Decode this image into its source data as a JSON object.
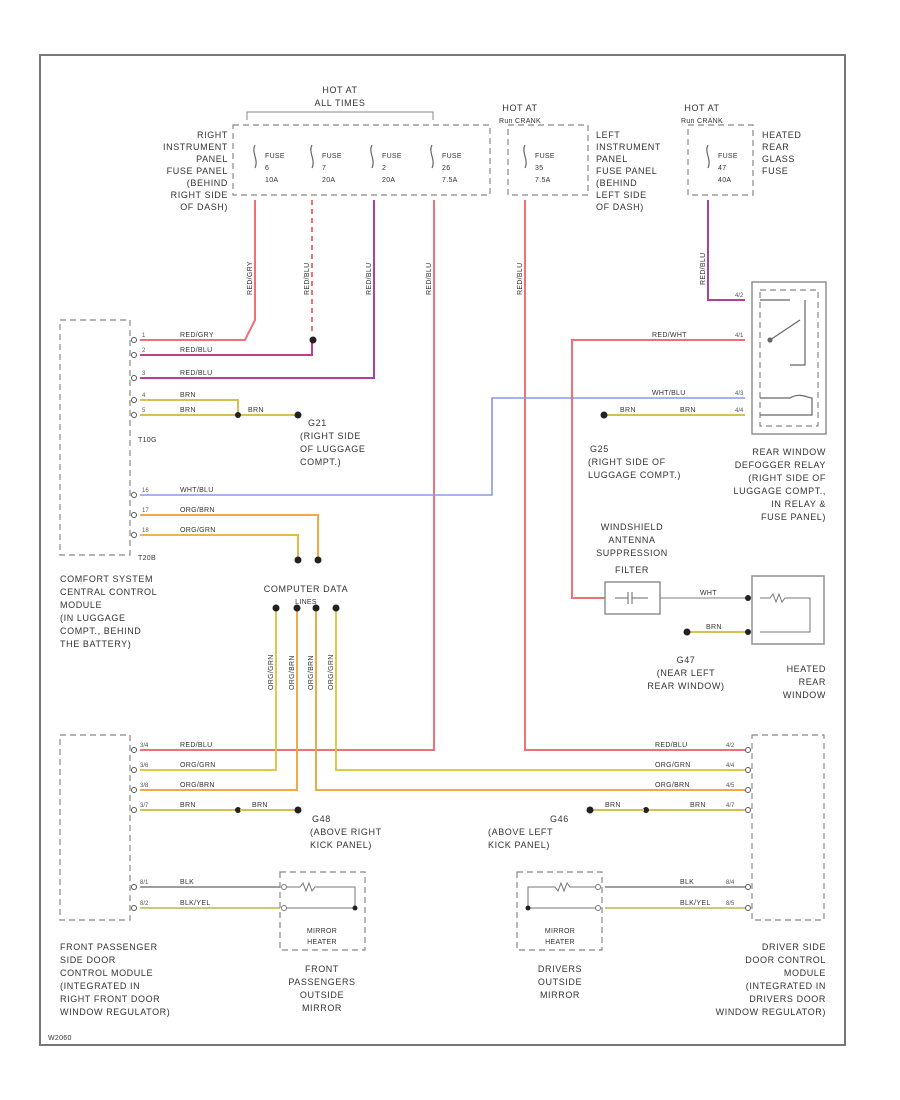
{
  "diagram_id": "W2060",
  "top_labels": {
    "hot_all_times": [
      "HOT AT",
      "ALL TIMES"
    ],
    "hot_run_left": [
      "HOT AT",
      "Run CRANK"
    ],
    "hot_run_right": [
      "HOT AT",
      "Run CRANK"
    ]
  },
  "fuses": [
    {
      "name": "FUSE",
      "num": "6",
      "amp": "10A"
    },
    {
      "name": "FUSE",
      "num": "7",
      "amp": "20A"
    },
    {
      "name": "FUSE",
      "num": "2",
      "amp": "20A"
    },
    {
      "name": "FUSE",
      "num": "26",
      "amp": "7.5A"
    },
    {
      "name": "FUSE",
      "num": "35",
      "amp": "7.5A"
    },
    {
      "name": "FUSE",
      "num": "47",
      "amp": "40A"
    }
  ],
  "fuse_panels": {
    "right": [
      "RIGHT",
      "INSTRUMENT",
      "PANEL",
      "FUSE PANEL",
      "(BEHIND",
      "RIGHT SIDE",
      "OF DASH)"
    ],
    "left": [
      "LEFT",
      "INSTRUMENT",
      "PANEL",
      "FUSE PANEL",
      "(BEHIND",
      "LEFT SIDE",
      "OF DASH)"
    ],
    "heated": [
      "HEATED",
      "REAR",
      "GLASS",
      "FUSE"
    ]
  },
  "wires": {
    "red_gry": "RED/GRY",
    "red_blu": "RED/BLU",
    "red_blu_b": "RED/BLU",
    "brn_a": "BRN",
    "brn_b": "BRN",
    "brn_c": "BRN",
    "wht_blu": "WHT/BLU",
    "org_brn_a": "ORG/BRN",
    "org_grn_a": "ORG/GRN",
    "red_wht": "RED/WHT",
    "wht_blu_r": "WHT/BLU",
    "brn_r": "BRN",
    "wht": "WHT",
    "brn_hr": "BRN",
    "fp_red_blu": "RED/BLU",
    "fp_org_brn": "ORG/BRN",
    "fp_org_grn": "ORG/GRN",
    "fp_brn": "BRN",
    "fp_brn_g": "BRN",
    "fp_blk": "BLK",
    "fp_blk_yel": "BLK/YEL",
    "dr_red_blu": "RED/BLU",
    "dr_org_brn": "ORG/BRN",
    "dr_org_grn": "ORG/GRN",
    "dr_brn": "BRN",
    "dr_brn_g": "BRN",
    "dr_blk": "BLK",
    "dr_blk_yel": "BLK/YEL",
    "v_red_gry": "RED/GRY",
    "v_red_blu": "RED/BLU",
    "v_red_blu2": "RED/BLU",
    "v_red_blu3": "RED/BLU",
    "v_red_blu4": "RED/BLU",
    "v_red_blu5": "RED/BLU",
    "v_org_brn": "ORG/BRN",
    "v_org_brn2": "ORG/BRN",
    "v_org_grn": "ORG/GRN",
    "v_org_grn2": "ORG/GRN"
  },
  "pins": {
    "t10g_a": "1",
    "t10g_b": "2",
    "t10g_c": "3",
    "t10g_d": "4",
    "t10g_e": "5",
    "t20_a": "16",
    "t20_b": "17",
    "t20_c": "18",
    "fp_a": "3/4",
    "fp_b": "3/6",
    "fp_c": "3/8",
    "fp_d": "3/7",
    "fp_e": "8/1",
    "fp_f": "8/2",
    "dr_a": "4/2",
    "dr_b": "4/4",
    "dr_c": "4/5",
    "dr_d": "4/7",
    "dr_e": "8/4",
    "dr_f": "8/5",
    "relay_a": "4/2",
    "relay_b": "4/1",
    "relay_c": "4/3",
    "relay_d": "4/4"
  },
  "connectors": {
    "t10g": "T10G",
    "t20": "T20B"
  },
  "grounds": {
    "g21": [
      "G21",
      "(RIGHT SIDE",
      "OF LUGGAGE",
      "COMPT.)"
    ],
    "g25": [
      "G25",
      "(RIGHT SIDE OF",
      "LUGGAGE COMPT.)"
    ],
    "g47": [
      "G47",
      "(NEAR LEFT",
      "REAR WINDOW)"
    ],
    "g48": [
      "G48",
      "(ABOVE RIGHT",
      "KICK PANEL)"
    ],
    "g46": [
      "G46",
      "(ABOVE LEFT",
      "KICK PANEL)"
    ]
  },
  "components": {
    "ccm": [
      "COMFORT SYSTEM",
      "CENTRAL CONTROL",
      "MODULE",
      "(IN LUGGAGE",
      "COMPT., BEHIND",
      "THE BATTERY)"
    ],
    "relay": [
      "REAR WINDOW",
      "DEFOGGER RELAY",
      "(RIGHT SIDE OF",
      "LUGGAGE COMPT.,",
      "IN RELAY &",
      "FUSE PANEL)"
    ],
    "suppression": [
      "WINDSHIELD",
      "ANTENNA",
      "SUPPRESSION",
      "FILTER"
    ],
    "heated_rear": [
      "HEATED",
      "REAR",
      "WINDOW"
    ],
    "computer_data": [
      "COMPUTER DATA",
      "LINES"
    ],
    "fp_module": [
      "FRONT PASSENGER",
      "SIDE DOOR",
      "CONTROL MODULE",
      "(INTEGRATED IN",
      "RIGHT FRONT DOOR",
      "WINDOW REGULATOR)"
    ],
    "dr_module": [
      "DRIVER SIDE",
      "DOOR CONTROL",
      "MODULE",
      "(INTEGRATED IN",
      "DRIVERS DOOR",
      "WINDOW REGULATOR)"
    ],
    "fp_mirror": [
      "FRONT",
      "PASSENGERS",
      "OUTSIDE",
      "MIRROR"
    ],
    "dr_mirror": [
      "DRIVERS",
      "OUTSIDE",
      "MIRROR"
    ],
    "mirror_heater": [
      "MIRROR",
      "HEATER"
    ]
  },
  "colors": {
    "red": "#e8606a",
    "pink": "#f08a8a",
    "purple": "#b040a0",
    "orange": "#f0a040",
    "yellow": "#e0c840",
    "brown": "#b89030",
    "blue": "#8090e0",
    "gray": "#909090",
    "black": "#505050"
  }
}
